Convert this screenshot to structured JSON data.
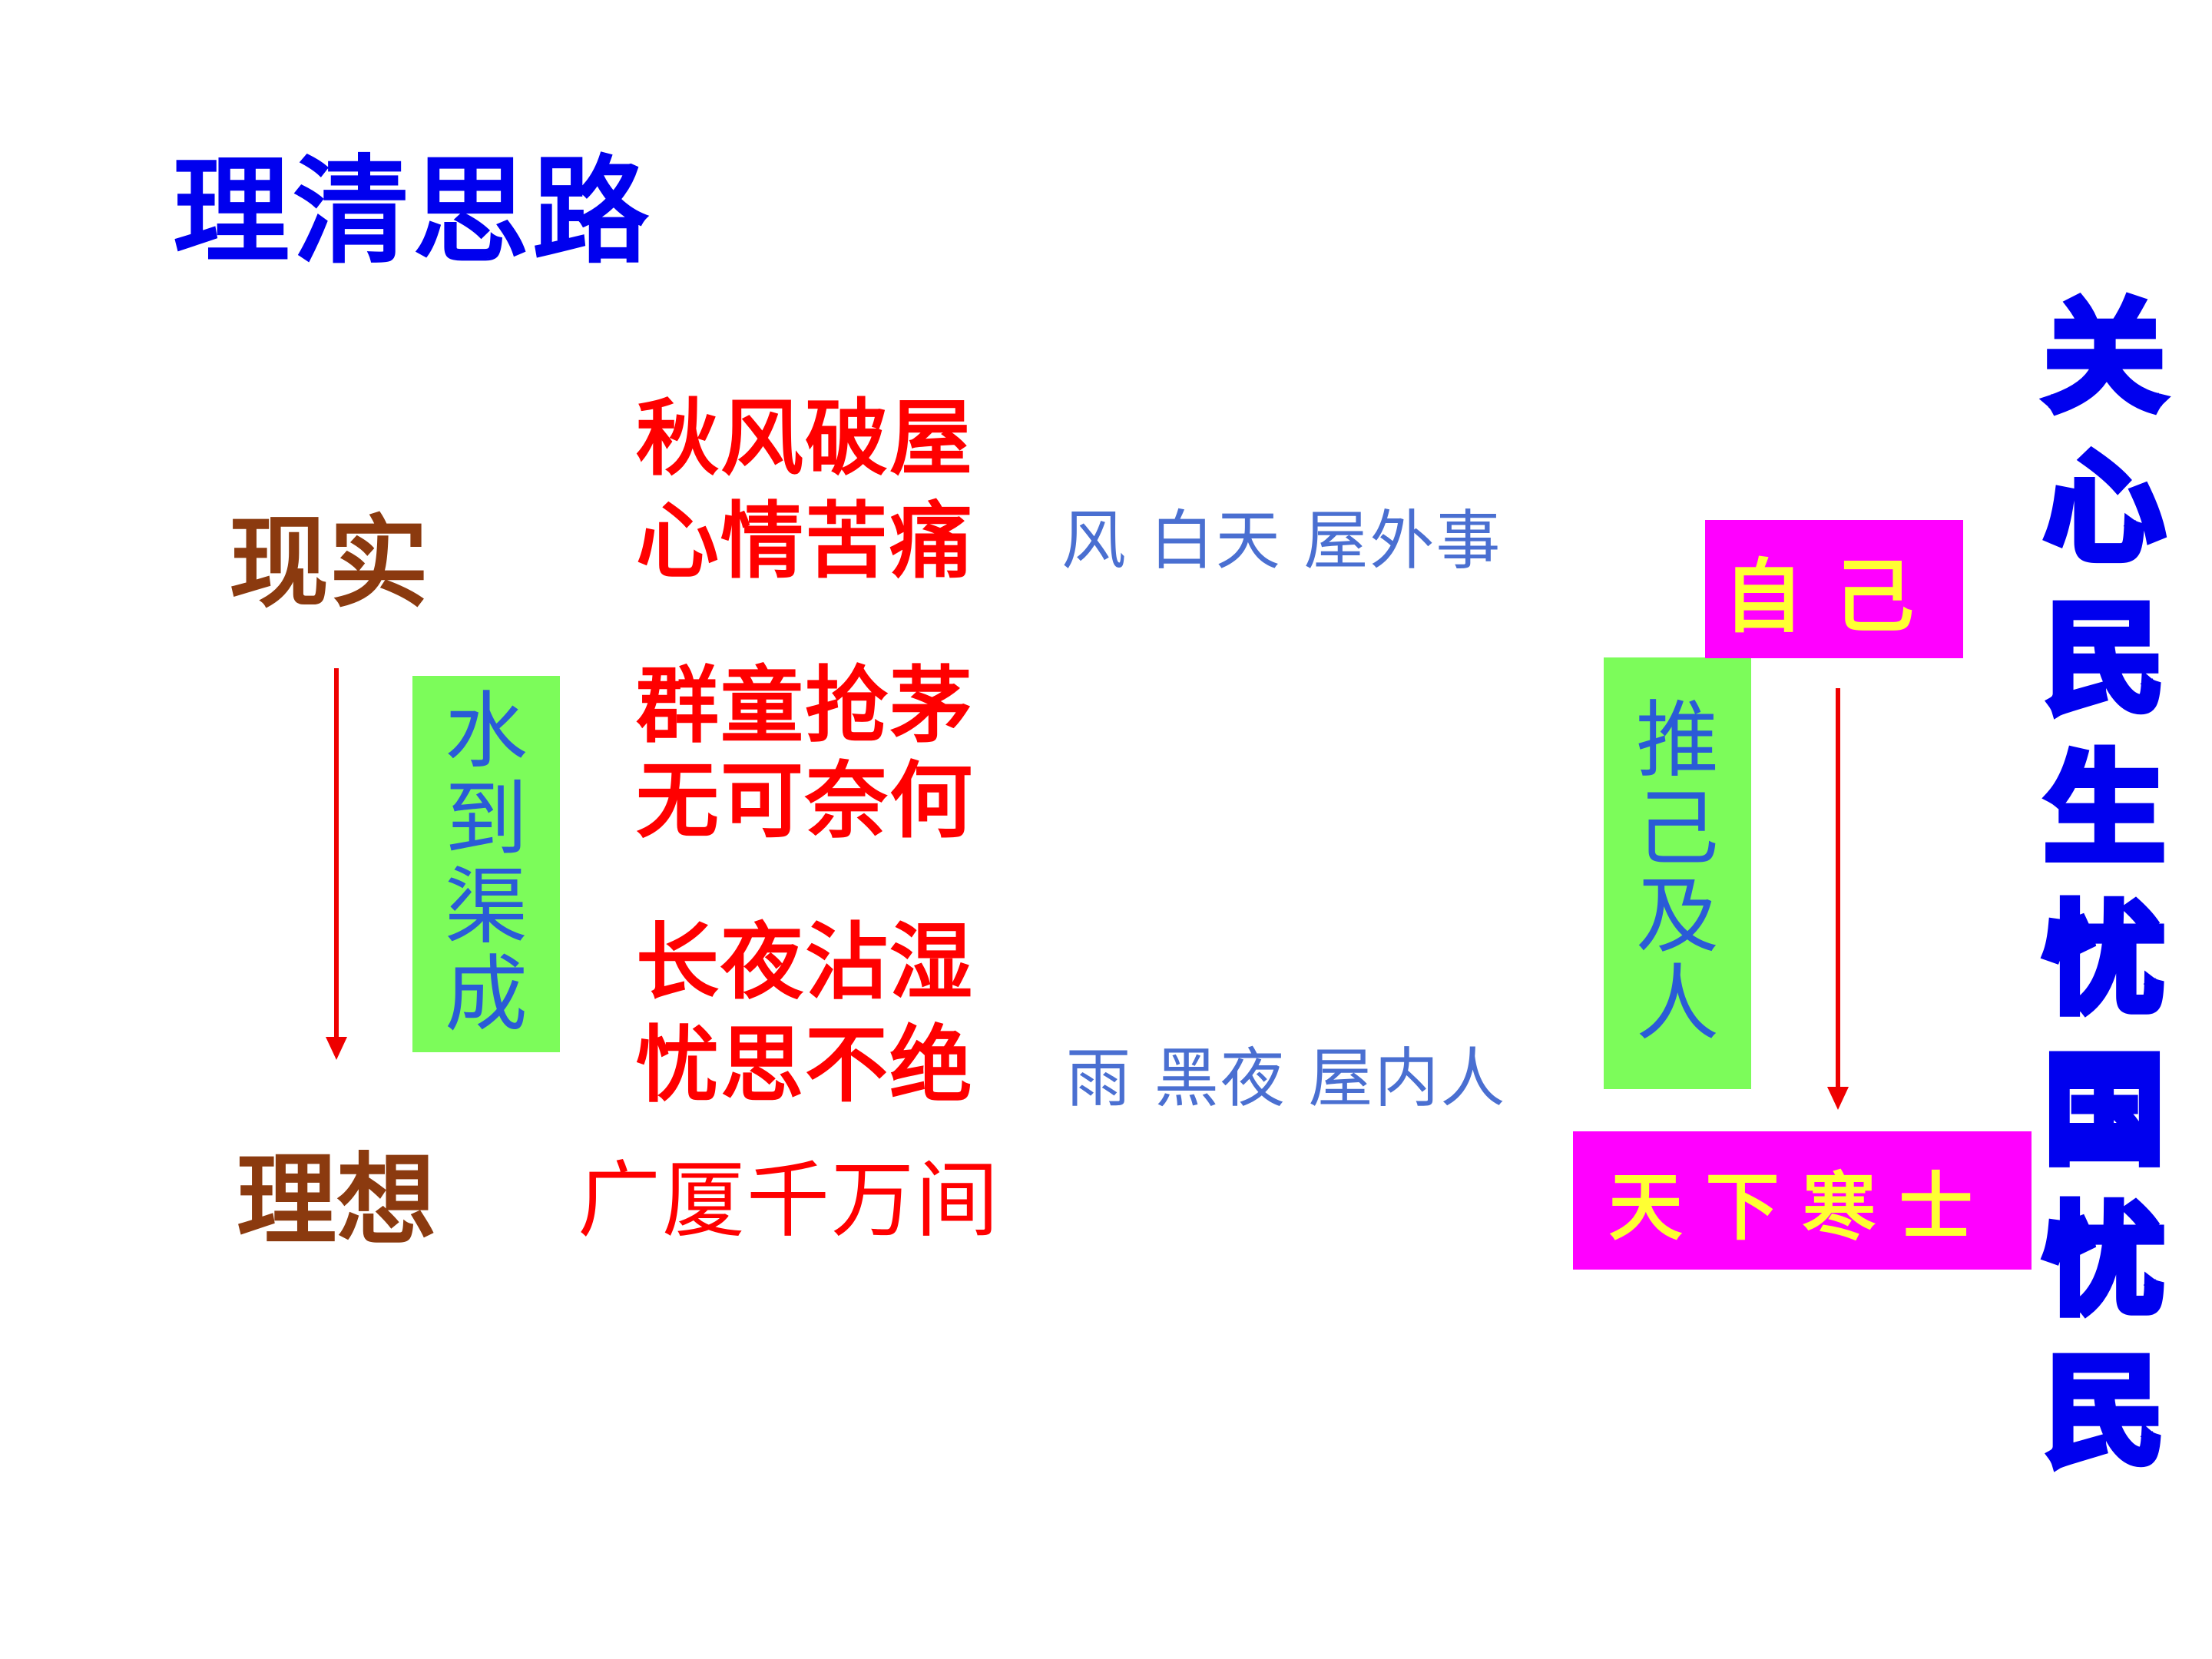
{
  "title": "理清思路",
  "labels": {
    "reality": "现实",
    "ideal": "理想"
  },
  "poem_lines": [
    {
      "text": "秋风破屋"
    },
    {
      "text": "心情苦痛"
    },
    {
      "text": "群童抢茅"
    },
    {
      "text": "无可奈何"
    },
    {
      "text": "长夜沾湿"
    },
    {
      "text": "忧思不绝"
    }
  ],
  "ideal_line": "广厦千万间",
  "notes": {
    "day": "风  白天  屋外事",
    "night": "雨  黑夜  屋内人"
  },
  "green_left_chars": [
    "水",
    "到",
    "渠",
    "成"
  ],
  "green_right_chars": [
    "推",
    "己",
    "及",
    "人"
  ],
  "boxes": {
    "self": "自己",
    "world": "天下寒士"
  },
  "slogan_chars": [
    "关",
    "心",
    "民",
    "生",
    "忧",
    "国",
    "忧",
    "民"
  ],
  "colors": {
    "title": "#0000ee",
    "brown": "#8b3a0f",
    "red": "#ff0000",
    "note_blue": "#4a6fd1",
    "green_box": "#7cfc5a",
    "green_text": "#2a5bd7",
    "magenta": "#ff00ff",
    "yellow": "#ffff33",
    "arrow": "#ee0000"
  }
}
